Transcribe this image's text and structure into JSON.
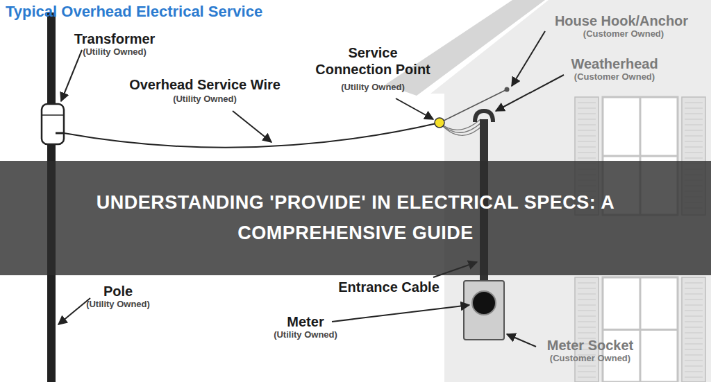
{
  "diagram": {
    "title": "UNDERSTANDING 'PROVIDE' IN ELECTRICAL SPECS: A COMPREHENSIVE GUIDE",
    "labels": [
      "Typical Overhead Electrical Service",
      "Overhead Service Wire",
      "(Utility Owned)",
      "Service Connection Point",
      "(Utility Owned)",
      "House Hook/Anchor",
      "(Customer Owned)",
      "Weatherhead",
      "(Customer Owned)",
      "Transformer",
      "(Utility Owned)",
      "Entrance Cable",
      "Pole",
      "(Utility Owned)",
      "Meter",
      "(Utility Owned)",
      "Meter Socket",
      "(Customer Owned)"
    ]
  }
}
